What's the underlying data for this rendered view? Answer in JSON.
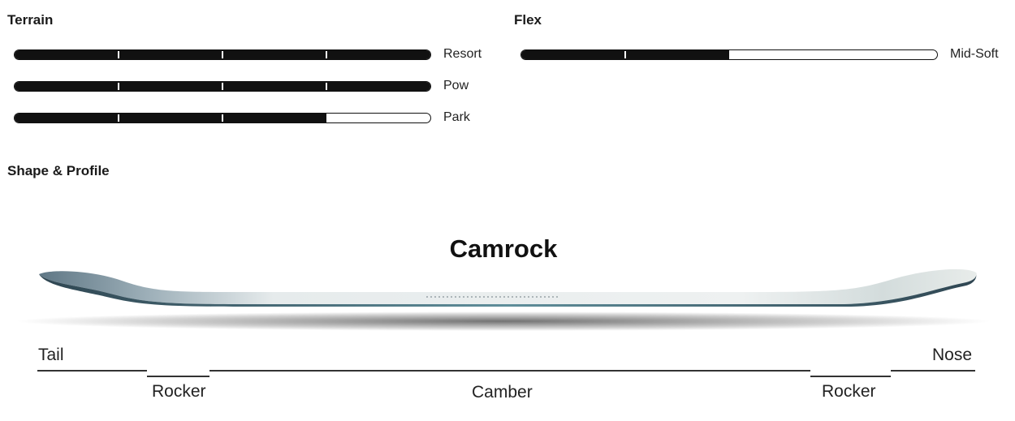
{
  "terrain": {
    "title": "Terrain",
    "meters": [
      {
        "label": "Resort",
        "level": 1.0
      },
      {
        "label": "Pow",
        "level": 1.0
      },
      {
        "label": "Park",
        "level": 0.75
      }
    ]
  },
  "flex": {
    "title": "Flex",
    "meters": [
      {
        "label": "Mid-Soft",
        "level": 0.5
      }
    ]
  },
  "shape_profile": {
    "title": "Shape & Profile",
    "profile_name": "Camrock",
    "labels": {
      "tail": "Tail",
      "nose": "Nose",
      "rocker_left": "Rocker",
      "camber": "Camber",
      "rocker_right": "Rocker"
    }
  },
  "colors": {
    "fill": "#111111",
    "board_top": "#c9d3d6",
    "board_base": "#3e5a66"
  }
}
